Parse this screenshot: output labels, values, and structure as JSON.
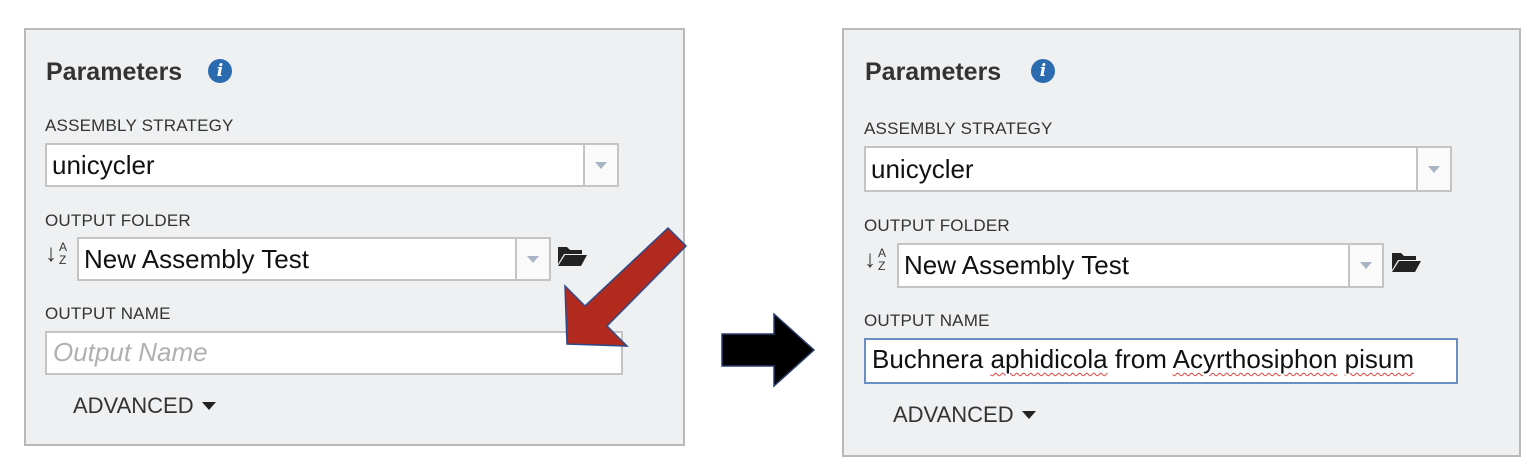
{
  "left_panel": {
    "title": "Parameters",
    "assembly_label": "ASSEMBLY STRATEGY",
    "assembly_value": "unicycler",
    "folder_label": "OUTPUT FOLDER",
    "folder_value": "New Assembly Test",
    "name_label": "OUTPUT NAME",
    "name_placeholder": "Output Name",
    "advanced_label": "ADVANCED"
  },
  "right_panel": {
    "title": "Parameters",
    "assembly_label": "ASSEMBLY STRATEGY",
    "assembly_value": "unicycler",
    "folder_label": "OUTPUT FOLDER",
    "folder_value": "New Assembly Test",
    "name_label": "OUTPUT NAME",
    "name_value_parts": [
      "Buchnera ",
      "aphidicola",
      " from ",
      "Acyrthosiphon",
      " ",
      "pisum"
    ],
    "advanced_label": "ADVANCED"
  },
  "icons": {
    "info": "info-icon",
    "sort": "sort-alpha-icon",
    "folder": "folder-open-icon",
    "pointer": "red-arrow-icon",
    "transition": "black-arrow-icon"
  },
  "colors": {
    "panel_bg": "#eff0f2",
    "info_blue": "#2b6bb0",
    "arrow_red": "#b22a1e",
    "focus_border": "#6a8fc2"
  }
}
